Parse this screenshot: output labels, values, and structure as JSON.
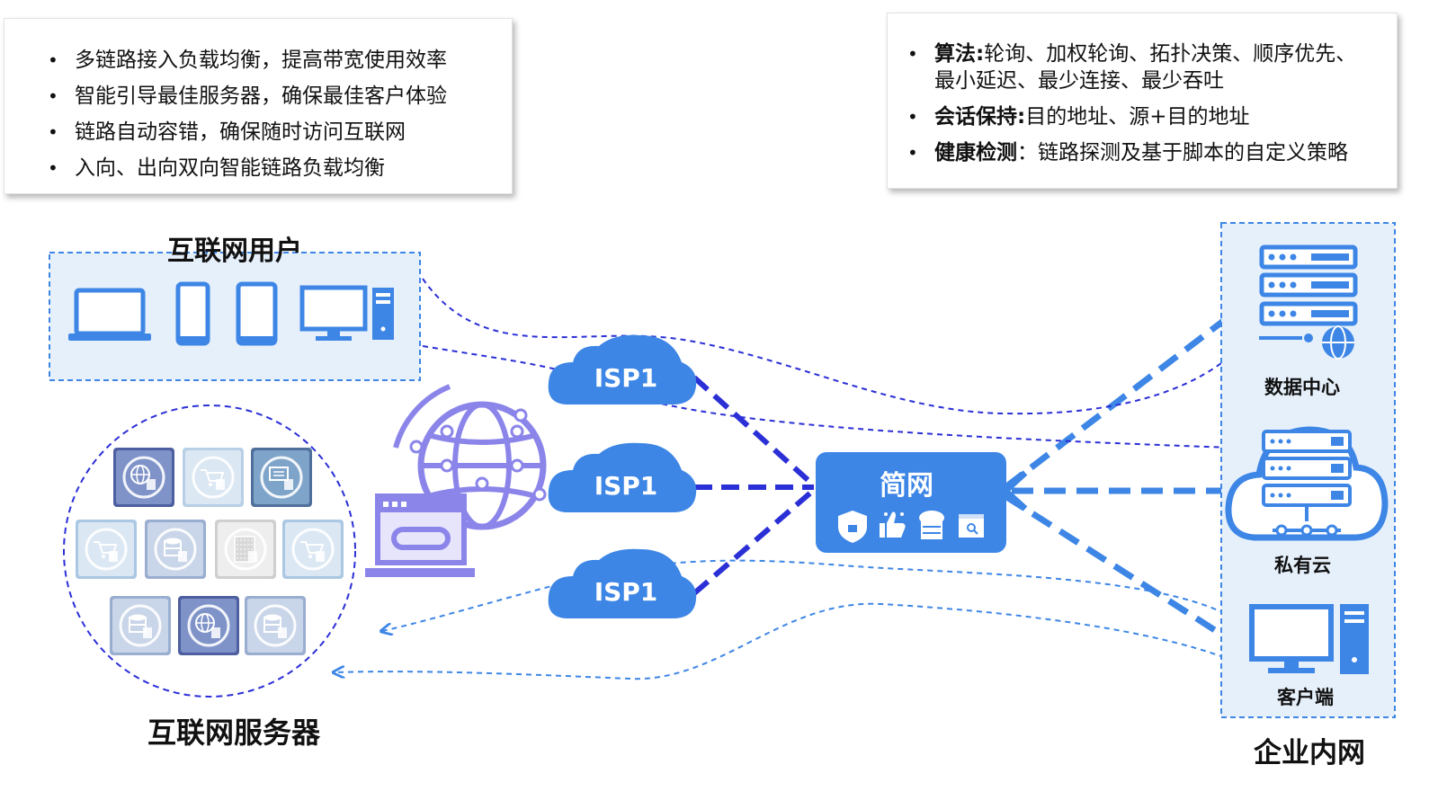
{
  "features_box": {
    "items": [
      "多链路接入负载均衡，提高带宽使用效率",
      "智能引导最佳服务器，确保最佳客户体验",
      "链路自动容错，确保随时访问互联网",
      "入向、出向双向智能链路负载均衡"
    ]
  },
  "algo_box": {
    "algorithm_label": "算法:",
    "algorithm_text_line1": "轮询、加权轮询、拓扑决策、顺序优先、",
    "algorithm_text_line2": "最小延迟、最少连接、最少吞吐",
    "session_label": "会话保持:",
    "session_text": "目的地址、源+目的地址",
    "health_label": "健康检测",
    "health_text": "：链路探测及基于脚本的自定义策略"
  },
  "internet_users": {
    "title": "互联网用户"
  },
  "internet_servers": {
    "title": "互联网服务器"
  },
  "isp": {
    "clouds": [
      "ISP1",
      "ISP1",
      "ISP1"
    ]
  },
  "hub": {
    "title": "简网"
  },
  "enterprise": {
    "title": "企业内网",
    "data_center": "数据中心",
    "private_cloud": "私有云",
    "client": "客户端"
  },
  "colors": {
    "accent_blue": "#3d86e6",
    "dark_line": "#2b2fd6",
    "purple": "#8b85ea",
    "panel_fill": "#e6f0fb"
  }
}
